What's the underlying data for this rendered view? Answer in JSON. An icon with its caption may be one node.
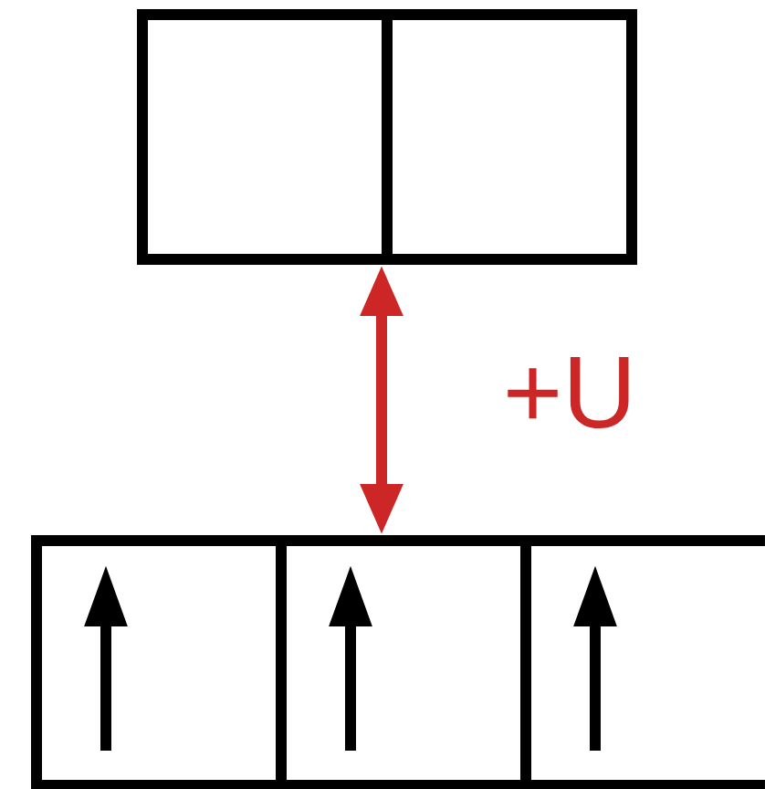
{
  "diagram": {
    "nodes": [
      {
        "text": [],
        "shape": "box"
      },
      {
        "text": [],
        "shape": "box"
      },
      {
        "text": [],
        "shape": "box"
      },
      {
        "text": [],
        "shape": "box"
      },
      {
        "text": [],
        "shape": "box"
      }
    ],
    "edges": [
      {
        "from": 3,
        "to": 1,
        "arrow": "both",
        "label": "+U",
        "color": "#cc2626"
      }
    ]
  }
}
